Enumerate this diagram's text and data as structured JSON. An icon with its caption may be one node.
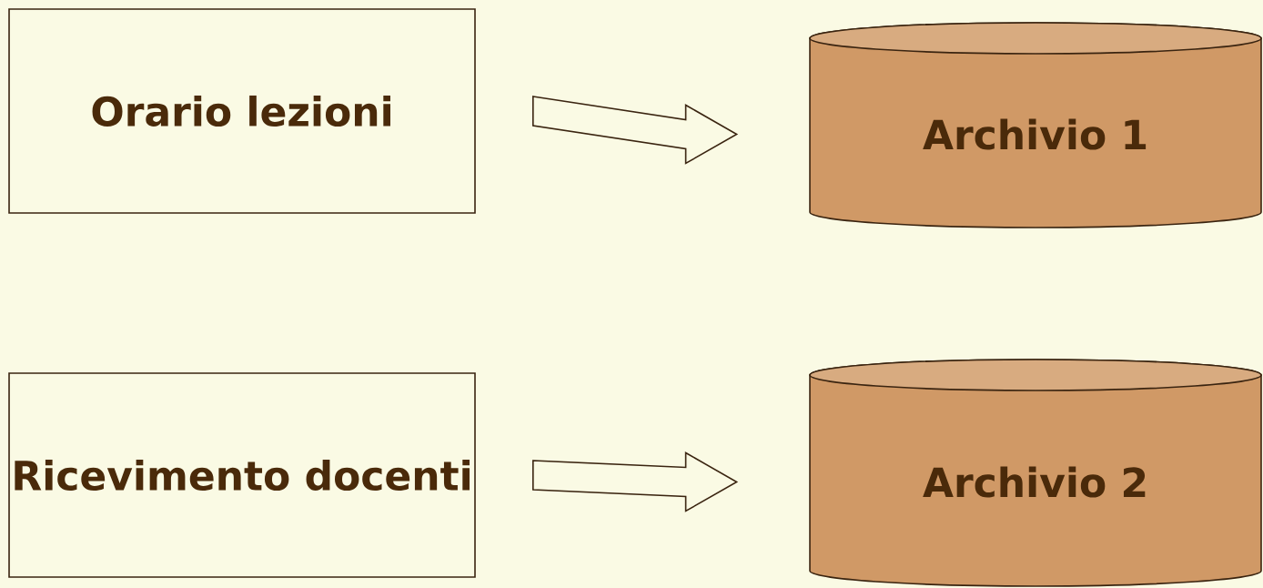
{
  "diagram": {
    "nodes": [
      {
        "text": [
          "Orario lezioni"
        ]
      },
      {
        "text": [
          "Archivio 1"
        ]
      },
      {
        "text": [
          "Ricevimento docenti"
        ]
      },
      {
        "text": [
          "Archivio 2"
        ]
      }
    ],
    "edges": [
      {
        "from": 0,
        "to": 1,
        "arrow": "to"
      },
      {
        "from": 2,
        "to": 3,
        "arrow": "to"
      }
    ]
  }
}
